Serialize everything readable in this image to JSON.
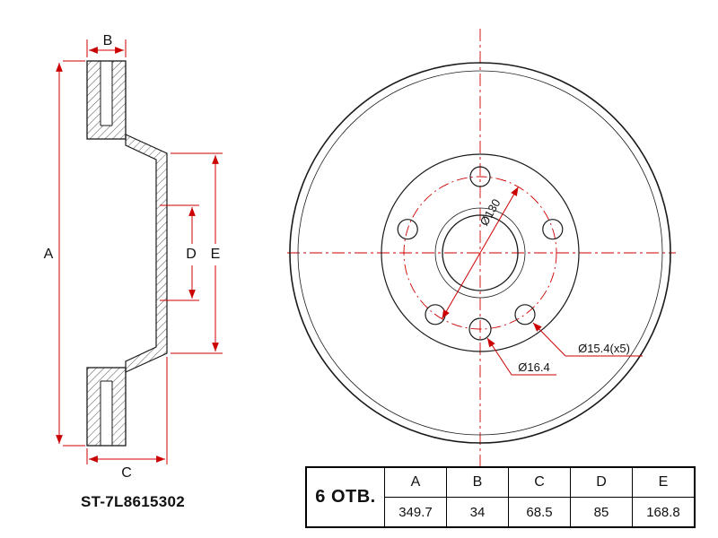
{
  "drawing": {
    "part_number": "ST-7L8615302",
    "dimension_labels": {
      "a": "A",
      "b": "B",
      "c": "C",
      "d": "D",
      "e": "E"
    },
    "annotations": {
      "bolt_circle": "Ø130",
      "bolt_holes": "Ø15.4(x5)",
      "locating_hole": "Ø16.4"
    },
    "colors": {
      "line": "#1a1a1a",
      "dimension": "#cc0000",
      "background": "#ffffff"
    }
  },
  "spec_table": {
    "holes_label": "6 ОТВ.",
    "columns": [
      "A",
      "B",
      "C",
      "D",
      "E"
    ],
    "values": [
      "349.7",
      "34",
      "68.5",
      "85",
      "168.8"
    ]
  }
}
